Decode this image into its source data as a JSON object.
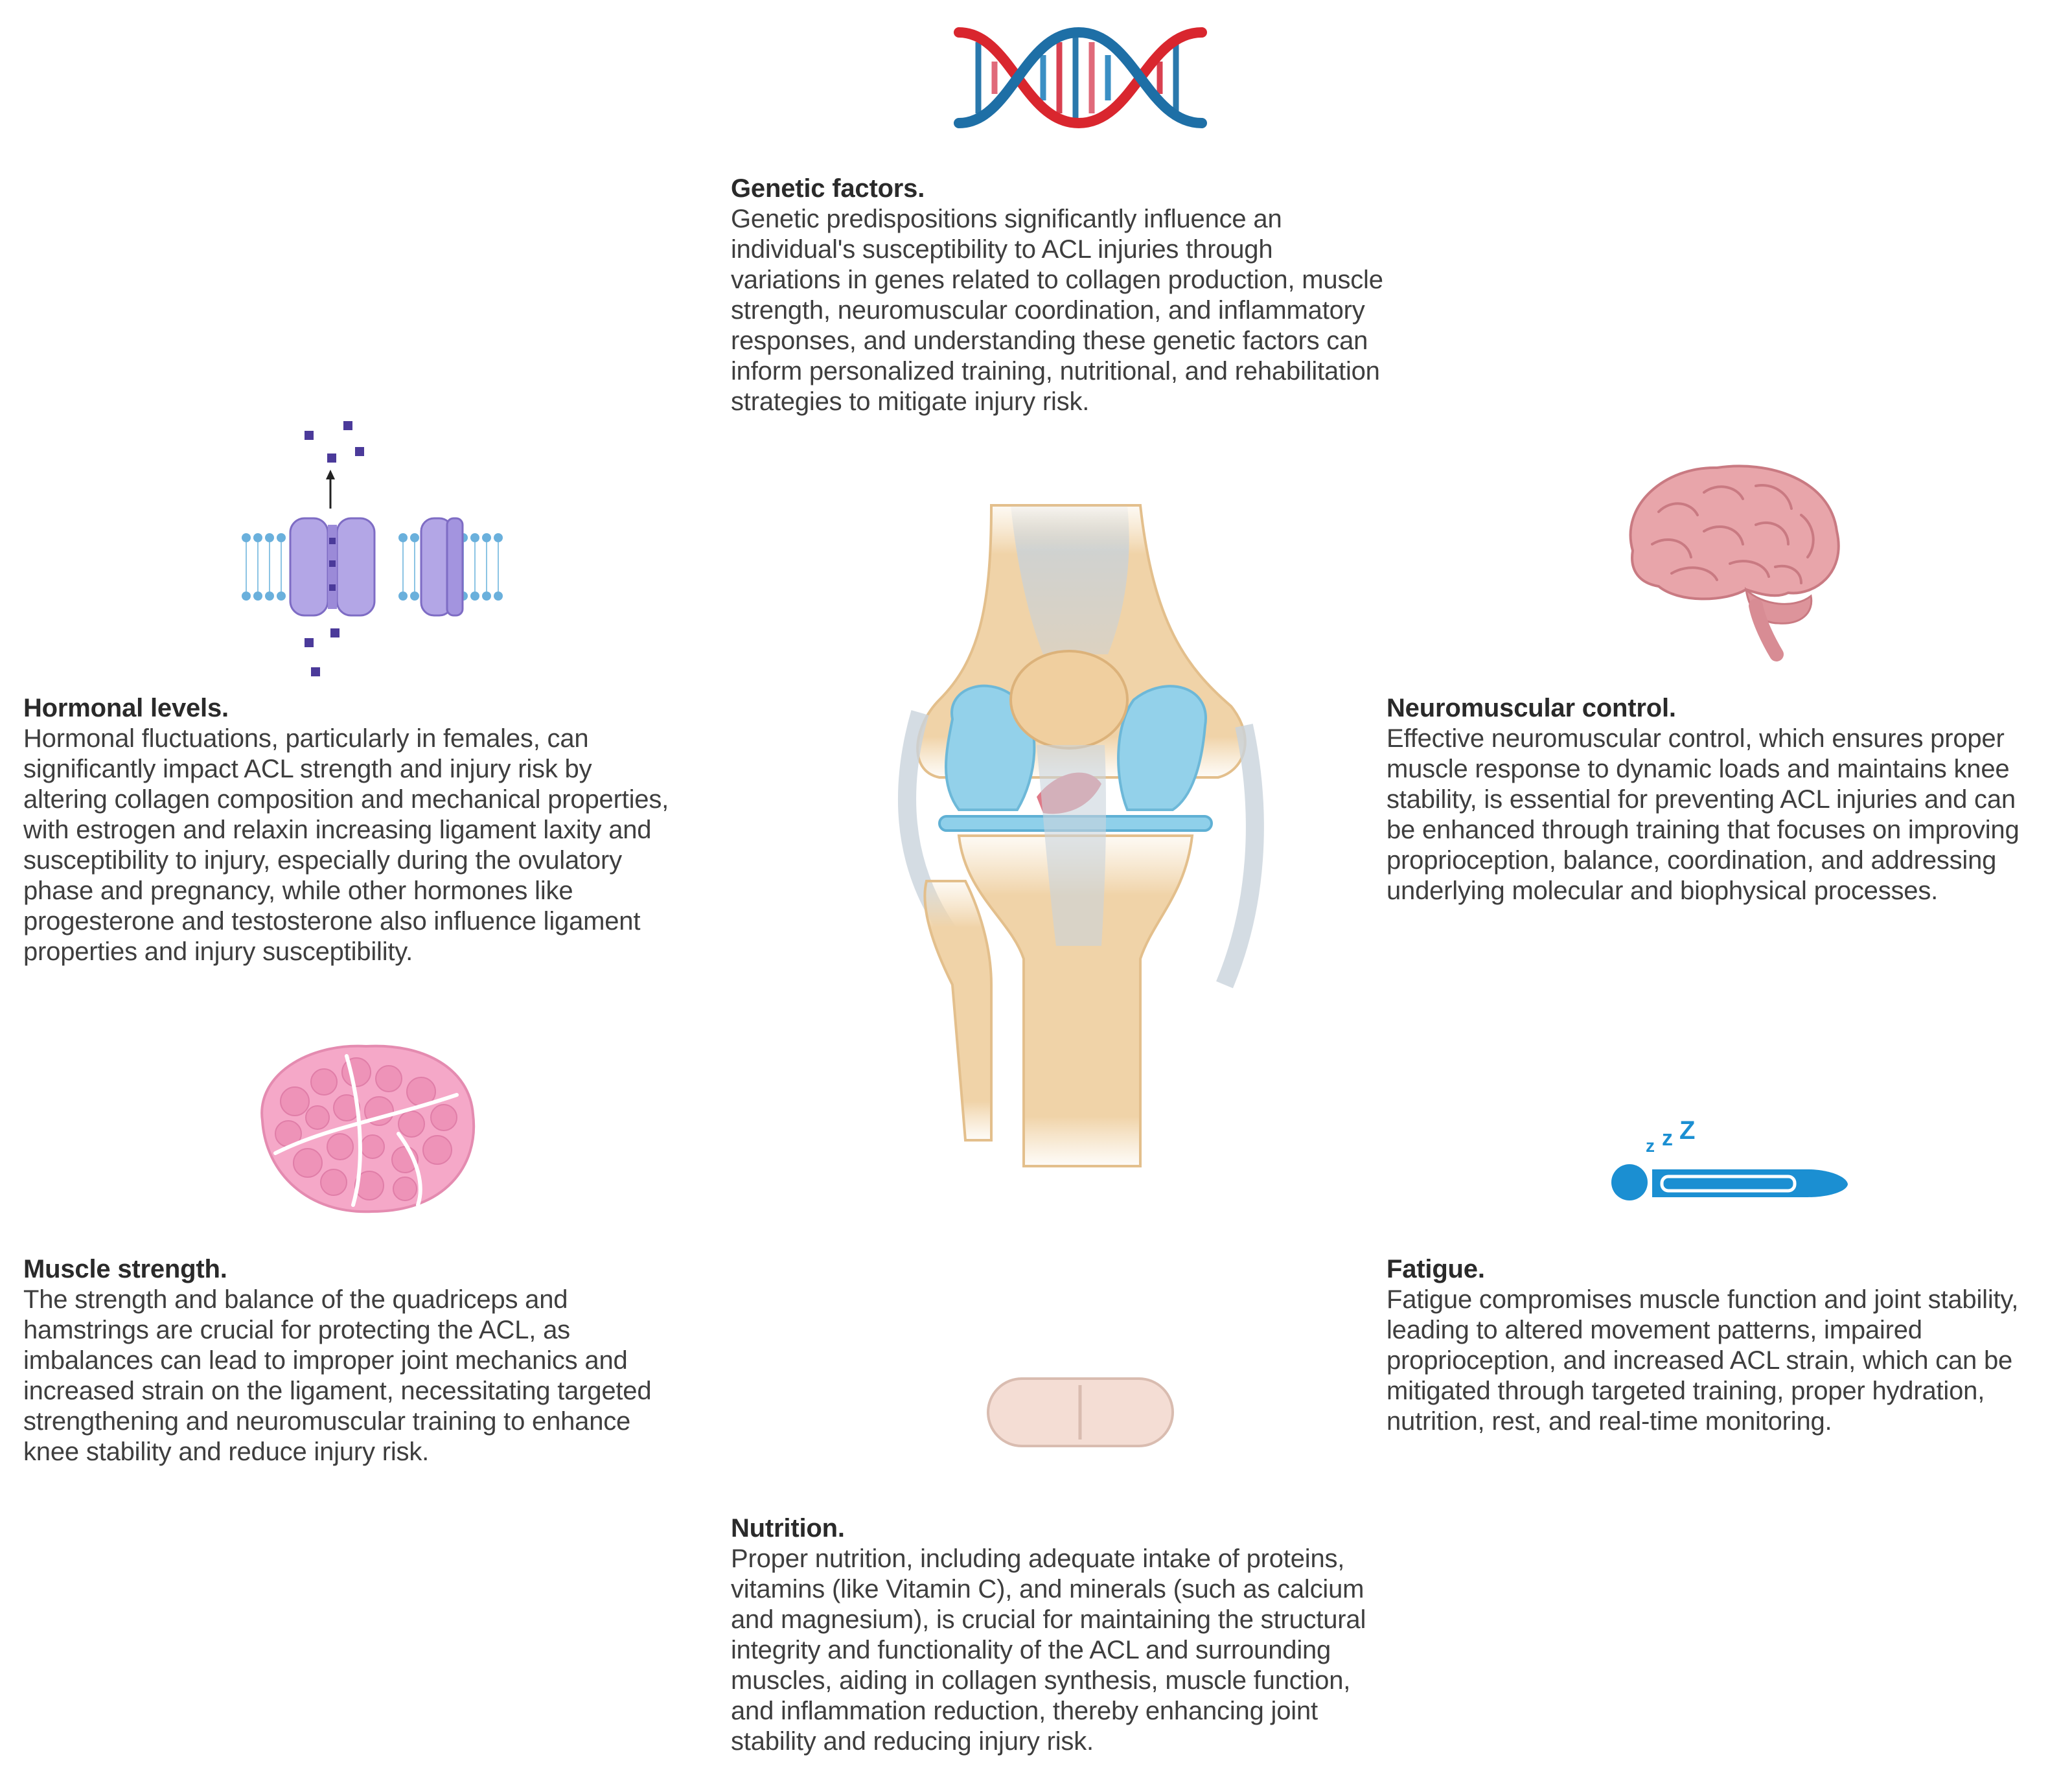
{
  "factors": {
    "genetic": {
      "title": "Genetic factors.",
      "lines": [
        "Genetic predispositions significantly influence an",
        "individual's susceptibility to ACL injuries through",
        "variations in genes related to collagen production, muscle",
        "strength, neuromuscular coordination, and inflammatory",
        "responses, and understanding these genetic factors can",
        "inform personalized training, nutritional, and rehabilitation",
        "strategies to mitigate injury risk."
      ]
    },
    "hormonal": {
      "title": "Hormonal levels.",
      "lines": [
        "Hormonal fluctuations, particularly in females, can",
        "significantly impact ACL strength and injury risk by",
        "altering collagen composition and mechanical properties,",
        "with estrogen and relaxin increasing ligament laxity and",
        "susceptibility to injury, especially during the ovulatory",
        "phase and pregnancy, while other hormones like",
        "progesterone and testosterone also influence ligament",
        "properties and injury susceptibility."
      ]
    },
    "neuromuscular": {
      "title": "Neuromuscular control.",
      "lines": [
        "Effective neuromuscular control, which ensures proper",
        "muscle response to dynamic loads and maintains knee",
        "stability, is essential for preventing ACL injuries and can",
        "be enhanced through training that focuses on improving",
        "proprioception, balance, coordination, and addressing",
        "underlying molecular and biophysical processes."
      ]
    },
    "muscle": {
      "title": "Muscle strength.",
      "lines": [
        "The strength and balance of the quadriceps and",
        "hamstrings are crucial for protecting the ACL, as",
        "imbalances can lead to improper joint mechanics and",
        "increased strain on the ligament, necessitating targeted",
        "strengthening and neuromuscular training to enhance",
        "knee stability and reduce injury risk."
      ]
    },
    "fatigue": {
      "title": "Fatigue.",
      "lines": [
        "Fatigue compromises muscle function and joint stability,",
        "leading to altered movement patterns, impaired",
        "proprioception, and increased ACL strain, which can be",
        "mitigated through targeted training, proper hydration,",
        "nutrition, rest, and real-time monitoring."
      ]
    },
    "nutrition": {
      "title": "Nutrition.",
      "lines": [
        "Proper nutrition, including adequate intake of proteins,",
        "vitamins (like Vitamin C), and minerals (such as calcium",
        "and magnesium), is crucial for maintaining the structural",
        "integrity and functionality of the ACL and surrounding",
        "muscles, aiding in collagen synthesis, muscle function,",
        "and inflammation reduction, thereby enhancing joint",
        "stability and reducing injury risk."
      ]
    }
  },
  "sleep_symbol": "z z Z",
  "icons": {
    "dna": "dna-helix-icon",
    "channel": "membrane-channel-icon",
    "brain": "brain-icon",
    "knee": "knee-joint-illustration",
    "muscle": "muscle-tissue-icon",
    "sleeper": "sleeping-person-icon",
    "pill": "pill-icon"
  },
  "colors": {
    "dna_red": "#d9262e",
    "dna_blue": "#1e6fa6",
    "channel_purple": "#a99be0",
    "brain_pink": "#e4a0a6",
    "bone": "#f0d3a8",
    "cartilage_blue": "#8fd0ea",
    "acl_red": "#e07080",
    "muscle_pink": "#f4a6c6",
    "sleeper_blue": "#1b8fd2",
    "pill": "#f3ddd3",
    "text": "#3e3e3e"
  }
}
